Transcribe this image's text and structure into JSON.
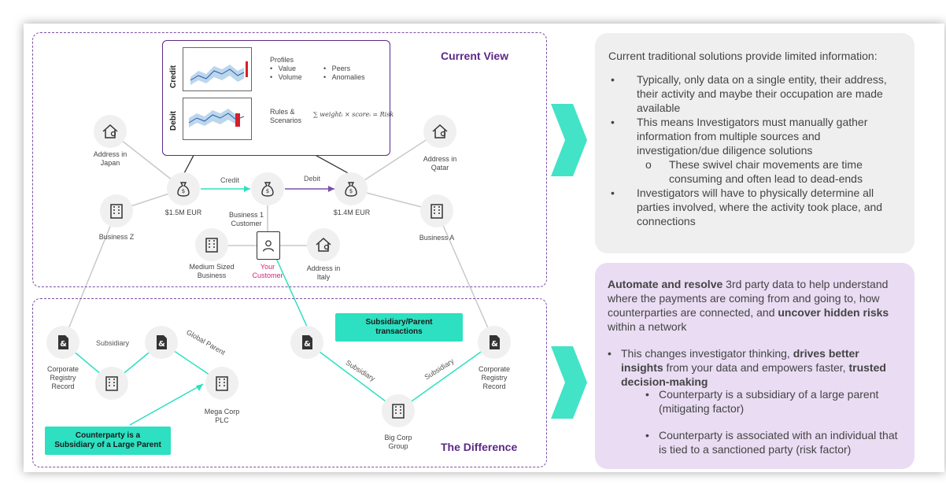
{
  "current_view": {
    "title": "Current View",
    "profiles": {
      "heading": "Profiles",
      "items": [
        "Value",
        "Volume",
        "Peers",
        "Anomalies"
      ]
    },
    "rules": {
      "heading": "Rules &\nScenarios",
      "formula": "∑ weightᵢ × scoreᵢ = Risk"
    },
    "chart_labels": {
      "credit": "Credit",
      "debit": "Debit"
    },
    "nodes": {
      "address_japan": "Address in\nJapan",
      "business_z": "Business Z",
      "money_left": "$1.5M EUR",
      "business1": "Business 1\nCustomer",
      "money_right": "$1.4M EUR",
      "address_qatar": "Address in\nQatar",
      "business_a": "Business A",
      "medium_business": "Medium Sized\nBusiness",
      "your_customer": "Your\nCustomer",
      "address_italy": "Address in\nItaly"
    },
    "edges": {
      "credit": "Credit",
      "debit": "Debit"
    }
  },
  "difference": {
    "title": "The Difference",
    "nodes": {
      "corp_registry_left": "Corporate\nRegistry\nRecord",
      "mega_corp": "Mega Corp\nPLC",
      "big_corp": "Big Corp\nGroup",
      "corp_registry_right": "Corporate\nRegistry\nRecord"
    },
    "edges": {
      "subsidiary_1": "Subsidiary",
      "global_parent": "Global Parent",
      "subsidiary_2": "Subsidiary",
      "subsidiary_3": "Subsidiary"
    },
    "tags": {
      "counterparty": "Counterparty is a\nSubsidiary of a Large Parent",
      "transactions": "Subsidiary/Parent\ntransactions"
    }
  },
  "panel_top": {
    "intro": "Current traditional solutions provide limited information:",
    "bullets": [
      "Typically, only data on a single entity, their address, their activity and maybe their occupation are made available",
      "This means Investigators must manually gather information from multiple sources and investigation/due diligence solutions"
    ],
    "sub_bullet": "These swivel chair movements are time consuming and often lead to dead-ends",
    "last_bullet": "Investigators will have to physically determine all parties involved, where the activity took place, and connections"
  },
  "panel_bottom": {
    "intro_bold1": "Automate and resolve",
    "intro_text1": " 3rd party data to help understand where the payments are coming from and going to, how counterparties are connected, and ",
    "intro_bold2": "uncover hidden risks",
    "intro_text2": " within a network",
    "bullet_text1": "This changes investigator thinking, ",
    "bullet_bold1": "drives better insights",
    "bullet_text2": " from your data and empowers faster, ",
    "bullet_bold2": "trusted decision-making",
    "sub_bullets": [
      "Counterparty is a subsidiary of a large parent (mitigating factor)",
      "Counterparty is associated with an individual that is tied to a sanctioned party (risk factor)"
    ]
  },
  "colors": {
    "accent_purple": "#5b2a86",
    "teal": "#2de0c1",
    "customer_pink": "#d4237a",
    "panel_grey": "#efefef",
    "panel_lilac": "#e9dcf3"
  }
}
